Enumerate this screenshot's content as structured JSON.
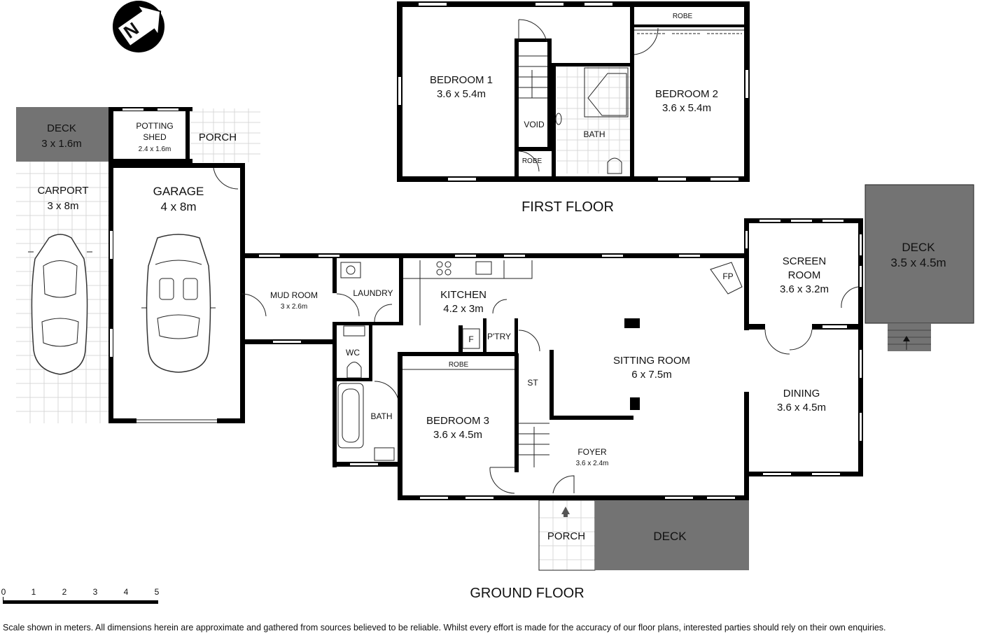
{
  "floors": {
    "first_floor": "FIRST FLOOR",
    "ground_floor": "GROUND FLOOR"
  },
  "compass": {
    "letter": "N"
  },
  "rooms": {
    "bedroom1": {
      "name": "BEDROOM 1",
      "size": "3.6 x 5.4m"
    },
    "bedroom2": {
      "name": "BEDROOM 2",
      "size": "3.6 x 5.4m"
    },
    "void": {
      "name": "VOID"
    },
    "robe_first_left": {
      "name": "ROBE"
    },
    "robe_first_top": {
      "name": "ROBE"
    },
    "bath_first": {
      "name": "BATH"
    },
    "deck_carport": {
      "name": "DECK",
      "size": "3 x 1.6m"
    },
    "potting_shed": {
      "name_line1": "POTTING",
      "name_line2": "SHED",
      "size": "2.4 x 1.6m"
    },
    "porch_shed": {
      "name": "PORCH"
    },
    "carport": {
      "name": "CARPORT",
      "size": "3 x 8m"
    },
    "garage": {
      "name": "GARAGE",
      "size": "4 x 8m"
    },
    "mud_room": {
      "name": "MUD ROOM",
      "size": "3 x 2.6m"
    },
    "laundry": {
      "name": "LAUNDRY"
    },
    "kitchen": {
      "name": "KITCHEN",
      "size": "4.2 x 3m"
    },
    "fridge": {
      "name": "F"
    },
    "pantry": {
      "name": "P'TRY"
    },
    "wc": {
      "name": "WC"
    },
    "bath_ground": {
      "name": "BATH"
    },
    "robe_ground": {
      "name": "ROBE"
    },
    "bedroom3": {
      "name": "BEDROOM 3",
      "size": "3.6 x 4.5m"
    },
    "store": {
      "name": "ST"
    },
    "sitting_room": {
      "name": "SITTING ROOM",
      "size": "6 x 7.5m"
    },
    "fireplace": {
      "name": "FP"
    },
    "screen_room": {
      "name_line1": "SCREEN",
      "name_line2": "ROOM",
      "size": "3.6 x 3.2m"
    },
    "deck_right": {
      "name": "DECK",
      "size": "3.5 x 4.5m"
    },
    "dining": {
      "name": "DINING",
      "size": "3.6 x 4.5m"
    },
    "foyer": {
      "name": "FOYER",
      "size": "3.6 x 2.4m"
    },
    "porch_front": {
      "name": "PORCH"
    },
    "deck_front": {
      "name": "DECK"
    }
  },
  "scale": {
    "ticks": [
      "0",
      "1",
      "2",
      "3",
      "4",
      "5"
    ]
  },
  "disclaimer": "Scale shown in meters. All dimensions herein are approximate and gathered from sources believed to be  reliable. Whilst every effort is made for the accuracy of our floor plans, interested parties should rely on their own enquiries.",
  "colors": {
    "wall": "#000000",
    "deck": "#737373",
    "background": "#ffffff"
  }
}
